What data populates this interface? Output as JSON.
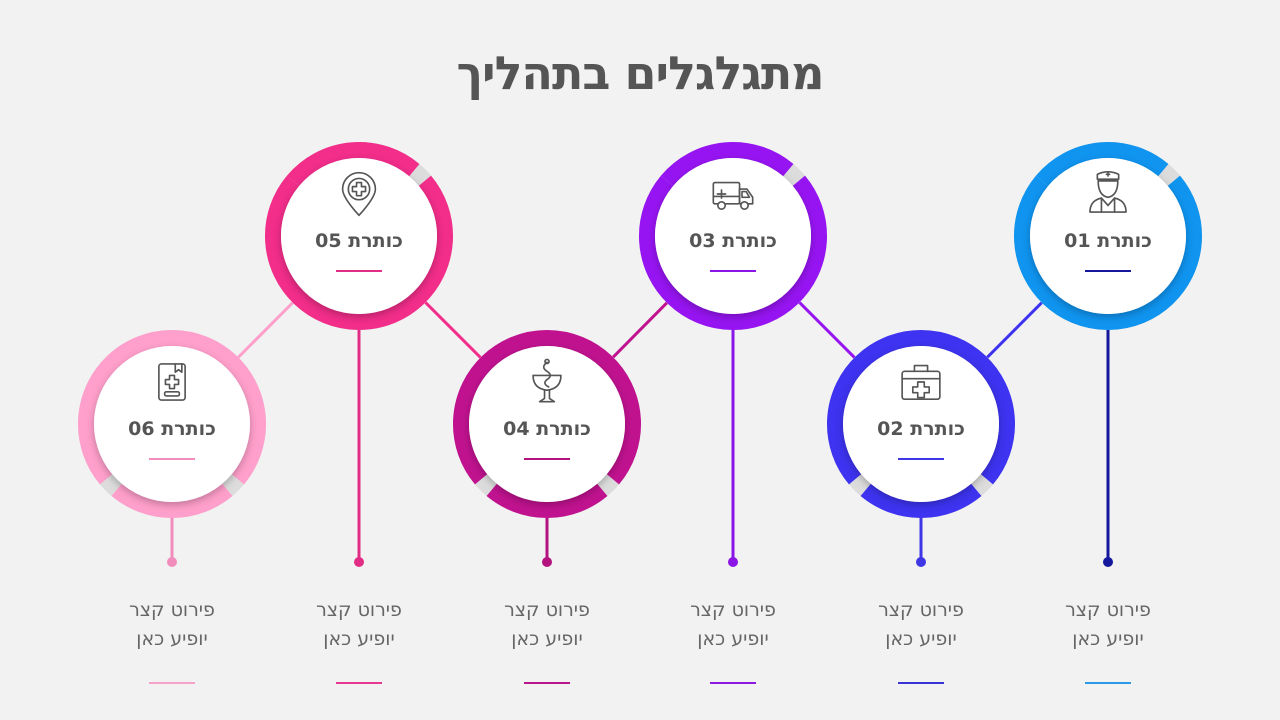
{
  "title": "מתגלגלים בתהליך",
  "steps": [
    {
      "heading": "כותרת 01",
      "desc_line1": "פירוט קצר",
      "desc_line2": "יופיע כאן",
      "icon": "doctor-icon",
      "color": "#0f94f0",
      "accent": "#15189c",
      "desc_accent": "#2b9be8"
    },
    {
      "heading": "כותרת 02",
      "desc_line1": "פירוט קצר",
      "desc_line2": "יופיע כאן",
      "icon": "first-aid-kit-icon",
      "color": "#3d33f0",
      "accent": "#3f37e6",
      "desc_accent": "#3a33d6"
    },
    {
      "heading": "כותרת 03",
      "desc_line1": "פירוט קצר",
      "desc_line2": "יופיע כאן",
      "icon": "ambulance-icon",
      "color": "#9714f2",
      "accent": "#8b14e6",
      "desc_accent": "#8c1ae0"
    },
    {
      "heading": "כותרת 04",
      "desc_line1": "פירוט קצר",
      "desc_line2": "יופיע כאן",
      "icon": "pharmacy-bowl-icon",
      "color": "#c0128f",
      "accent": "#b3127f",
      "desc_accent": "#b8168a"
    },
    {
      "heading": "כותרת 05",
      "desc_line1": "פירוט קצר",
      "desc_line2": "יופיע כאן",
      "icon": "medical-location-pin-icon",
      "color": "#f22d8a",
      "accent": "#e22d86",
      "desc_accent": "#e63a92"
    },
    {
      "heading": "כותרת 06",
      "desc_line1": "פירוט קצר",
      "desc_line2": "יופיע כאן",
      "icon": "medical-book-icon",
      "color": "#ff9fcb",
      "accent": "#f28cbd",
      "desc_accent": "#f5a3c8"
    }
  ]
}
